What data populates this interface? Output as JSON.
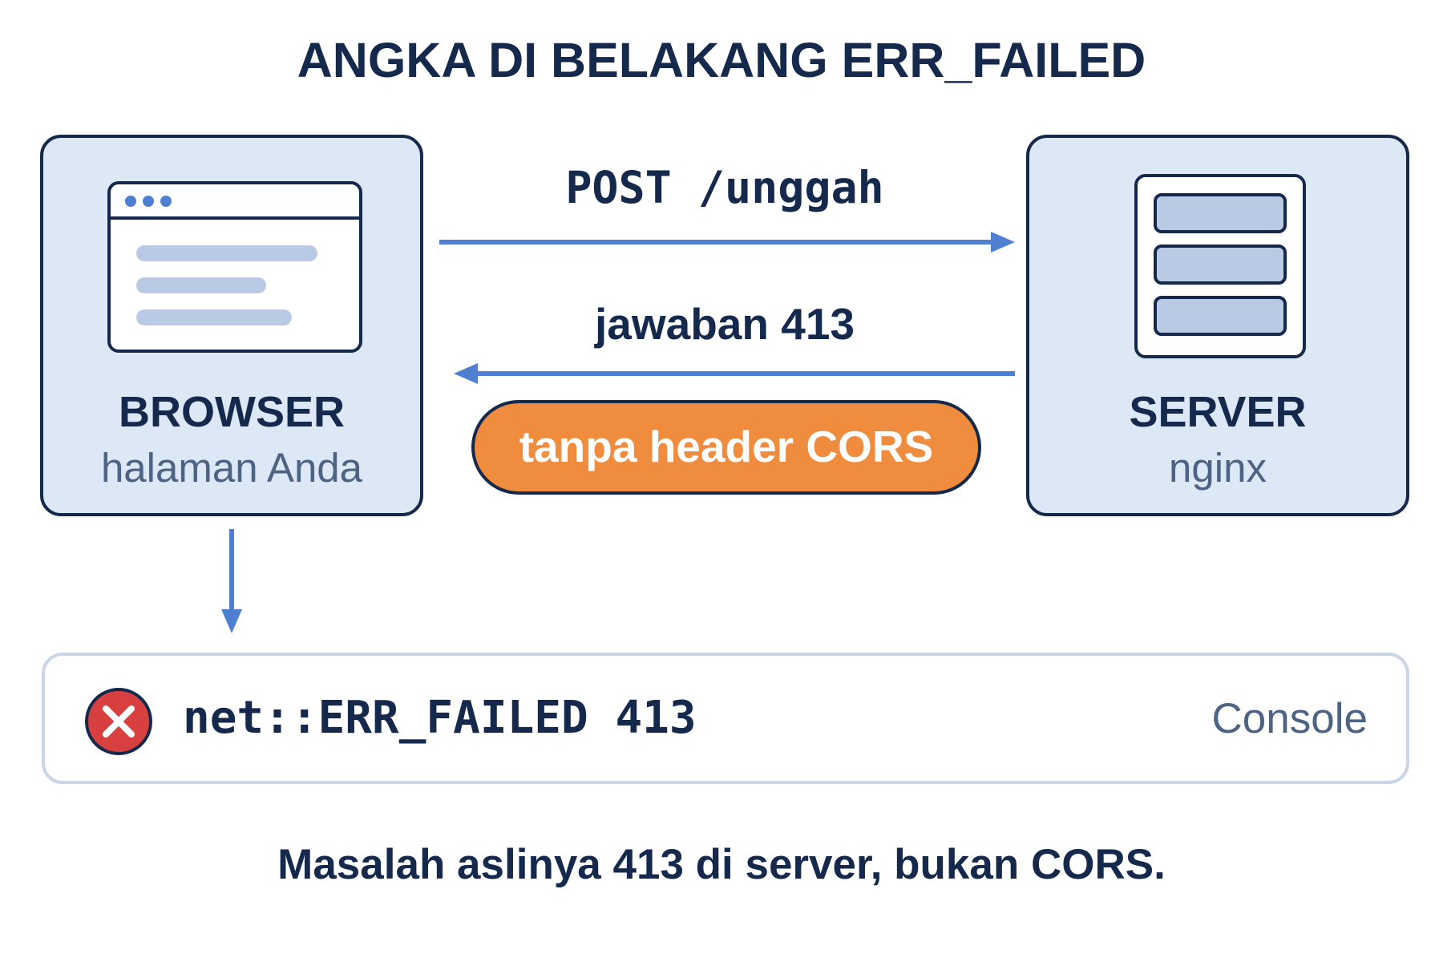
{
  "title": "ANGKA DI BELAKANG ERR_FAILED",
  "browser": {
    "label": "BROWSER",
    "sublabel": "halaman Anda"
  },
  "server": {
    "label": "SERVER",
    "sublabel": "nginx"
  },
  "request": {
    "label": "POST /unggah"
  },
  "response": {
    "label": "jawaban 413"
  },
  "note": {
    "label": "tanpa header CORS"
  },
  "console": {
    "message": "net::ERR_FAILED 413",
    "label": "Console"
  },
  "footer": "Masalah aslinya 413 di server, bukan CORS.",
  "colors": {
    "navy": "#15294d",
    "accent_blue": "#4e7fd0",
    "box_fill": "#dde8f6",
    "orange": "#ef8c3e",
    "error_red": "#d84040",
    "muted_text": "#4d6384"
  },
  "icons": [
    "browser-window-icon",
    "server-rack-icon",
    "error-x-icon"
  ]
}
